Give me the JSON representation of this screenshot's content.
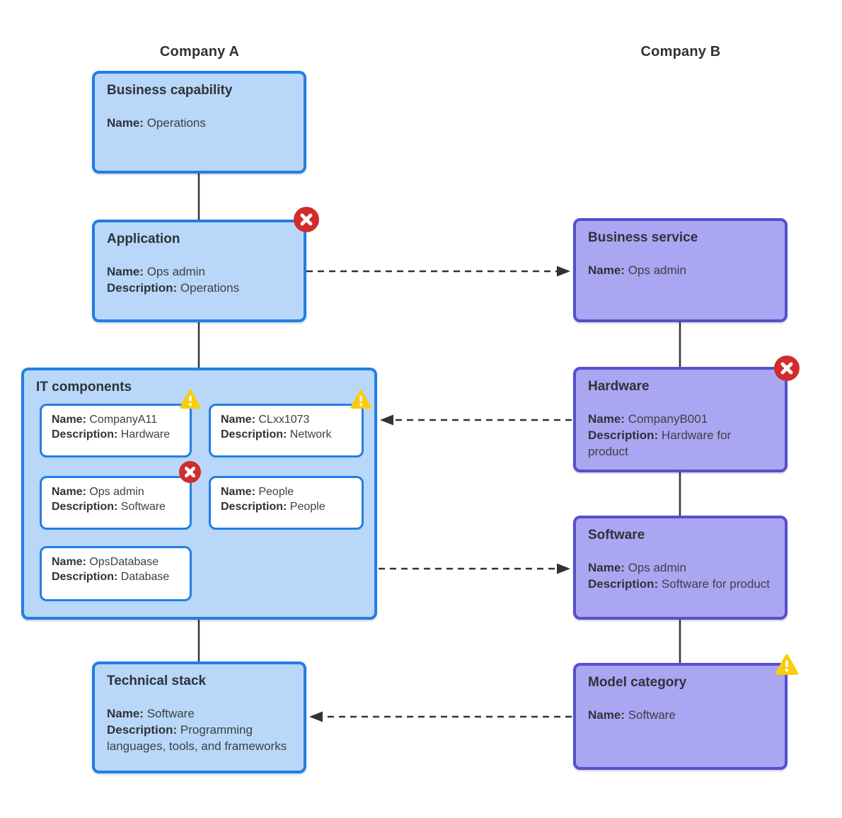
{
  "diagram": {
    "columns": {
      "company_a": "Company A",
      "company_b": "Company B"
    },
    "field_labels": {
      "name": "Name:",
      "description": "Description:"
    },
    "colors": {
      "company_a_fill": "#b9d7f8",
      "company_a_border": "#227ee5",
      "company_b_fill": "#aaa6f2",
      "company_b_border": "#5450cf",
      "error_badge": "#d22b2b",
      "warning_badge": "#f8ce0b",
      "connector": "#333333"
    },
    "nodes": {
      "business_capability": {
        "title": "Business capability",
        "name": "Operations"
      },
      "application": {
        "title": "Application",
        "name": "Ops admin",
        "description": "Operations",
        "status": "error"
      },
      "business_service": {
        "title": "Business service",
        "name": "Ops admin"
      },
      "it_components": {
        "title": "IT components",
        "items": [
          {
            "name": "CompanyA11",
            "description": "Hardware",
            "status": "warning"
          },
          {
            "name": "CLxx1073",
            "description": "Network",
            "status": "warning"
          },
          {
            "name": "Ops admin",
            "description": "Software",
            "status": "error"
          },
          {
            "name": "People",
            "description": "People",
            "status": "none"
          },
          {
            "name": "OpsDatabase",
            "description": "Database",
            "status": "none"
          }
        ]
      },
      "hardware": {
        "title": "Hardware",
        "name": "CompanyB001",
        "description": "Hardware for product",
        "status": "error"
      },
      "software": {
        "title": "Software",
        "name": "Ops admin",
        "description": "Software for product"
      },
      "technical_stack": {
        "title": "Technical stack",
        "name": "Software",
        "description": "Programming languages, tools, and frameworks"
      },
      "model_category": {
        "title": "Model category",
        "name": "Software",
        "status": "warning"
      }
    }
  }
}
